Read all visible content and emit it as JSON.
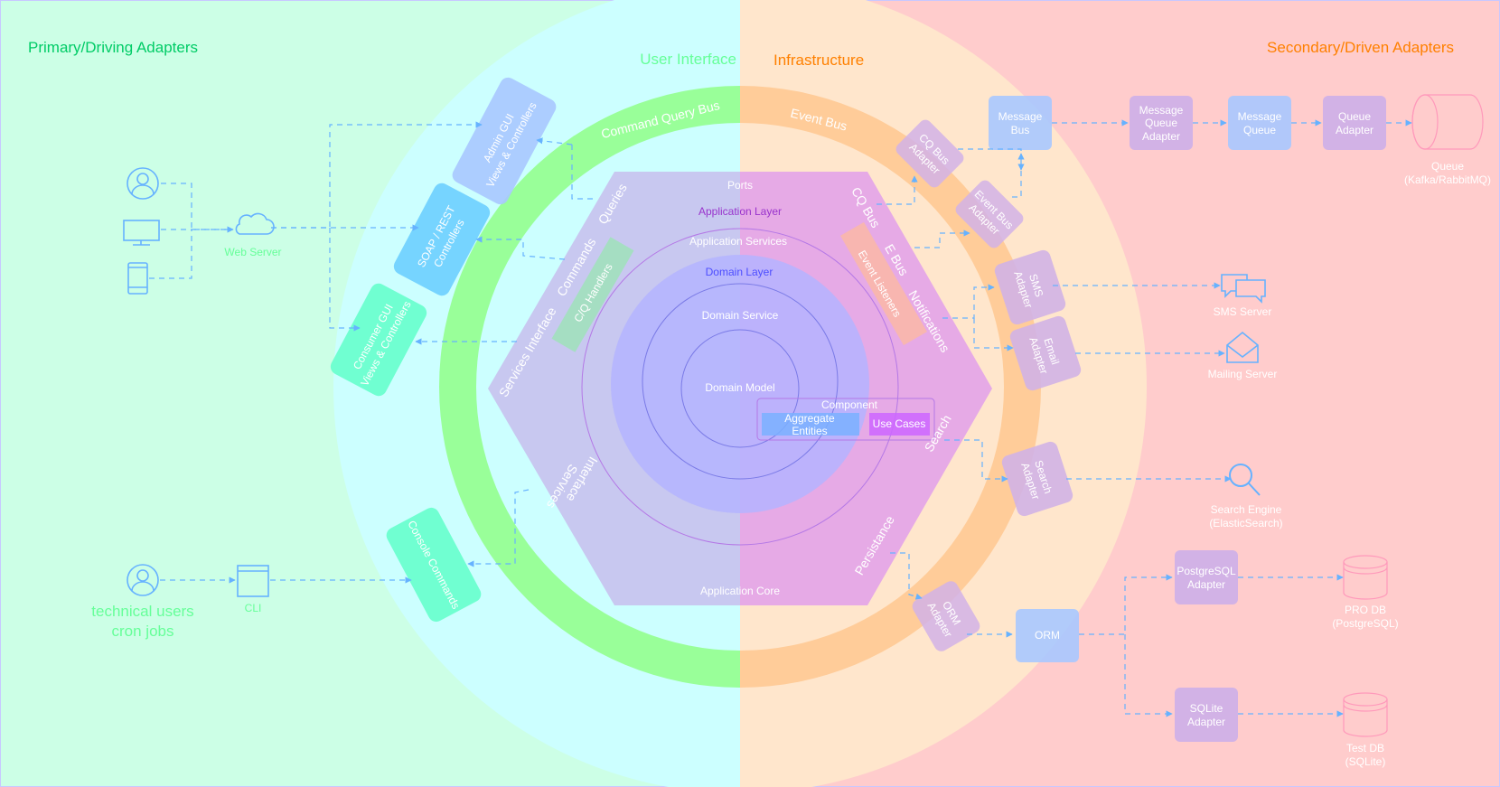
{
  "regions": {
    "primary_title": "Primary/Driving Adapters",
    "secondary_title": "Secondary/Driven Adapters",
    "user_interface": "User Interface",
    "infrastructure": "Infrastructure"
  },
  "rings": {
    "command_query_bus": "Command Query Bus",
    "event_bus": "Event Bus"
  },
  "core": {
    "ports": "Ports",
    "application_layer": "Application Layer",
    "application_services": "Application Services",
    "domain_layer": "Domain Layer",
    "domain_service": "Domain Service",
    "domain_model": "Domain Model",
    "component": "Component",
    "aggregate_line1": "Aggregate",
    "aggregate_line2": "Entities",
    "use_cases": "Use Cases",
    "application_core": "Application Core",
    "queries": "Queries",
    "commands": "Commands",
    "services_interface": "Services Interface",
    "services_interface_bottom_1": "Services",
    "services_interface_bottom_2": "Interface",
    "cq_handlers": "C/Q Handlers",
    "cq_bus": "CQ Bus",
    "e_bus": "E Bus",
    "event_listeners": "Event Listeners",
    "notifications": "Notifications",
    "search": "Search",
    "persistance": "Persistance"
  },
  "primary_adapters": {
    "admin_gui_1": "Admin GUI",
    "admin_gui_2": "Views & Controllers",
    "soap_rest_1": "SOAP / REST",
    "soap_rest_2": "Controllers",
    "consumer_gui_1": "Consumer GUI",
    "consumer_gui_2": "Views & Controllers",
    "console_commands": "Console Commands"
  },
  "clients": {
    "web_server": "Web Server",
    "cli": "CLI",
    "technical_users": "technical users",
    "cron_jobs": "cron jobs"
  },
  "secondary_adapters": {
    "cq_bus_adapter_1": "CQ Bus",
    "cq_bus_adapter_2": "Adapter",
    "event_bus_adapter_1": "Event Bus",
    "event_bus_adapter_2": "Adapter",
    "sms_adapter_1": "SMS",
    "sms_adapter_2": "Adapter",
    "email_adapter_1": "Email",
    "email_adapter_2": "Adapter",
    "search_adapter_1": "Search",
    "search_adapter_2": "Adapter",
    "orm_adapter_1": "ORM",
    "orm_adapter_2": "Adapter"
  },
  "infrastructure_nodes": {
    "message_bus_1": "Message",
    "message_bus_2": "Bus",
    "mq_adapter_1": "Message",
    "mq_adapter_2": "Queue",
    "mq_adapter_3": "Adapter",
    "message_queue_1": "Message",
    "message_queue_2": "Queue",
    "queue_adapter_1": "Queue",
    "queue_adapter_2": "Adapter",
    "queue_1": "Queue",
    "queue_2": "(Kafka/RabbitMQ)",
    "sms_server": "SMS Server",
    "mailing_server": "Mailing Server",
    "search_engine_1": "Search Engine",
    "search_engine_2": "(ElasticSearch)",
    "orm": "ORM",
    "postgresql_adapter_1": "PostgreSQL",
    "postgresql_adapter_2": "Adapter",
    "sqlite_adapter_1": "SQLite",
    "sqlite_adapter_2": "Adapter",
    "pro_db_1": "PRO DB",
    "pro_db_2": "(PostgreSQL)",
    "test_db_1": "Test DB",
    "test_db_2": "(SQLite)"
  },
  "icons": [
    "user-icon",
    "monitor-icon",
    "mobile-icon",
    "cloud-icon",
    "cli-window-icon",
    "chat-icon",
    "mail-icon",
    "search-icon",
    "database-icon",
    "queue-cylinder-icon"
  ],
  "colors": {
    "left_bg": "#ccffe6",
    "right_bg": "#ffcccc",
    "ui_ring": "#ccffff",
    "infra_ring": "#ffe6cc",
    "green_bus": "#99ff99",
    "orange_bus": "#ffcc99",
    "hexagon_left": "#c8c8f0",
    "hexagon_right": "#e6aae6",
    "domain_circle": "#b4b4ff",
    "adapter_blue": "#a8c8ff",
    "adapter_cyan": "#66ccff",
    "adapter_green": "#66ffcc",
    "adapter_purple": "#d2b2e6",
    "arrow": "#66b2ff",
    "green_text": "#00cc66",
    "orange_text": "#ff8000"
  }
}
